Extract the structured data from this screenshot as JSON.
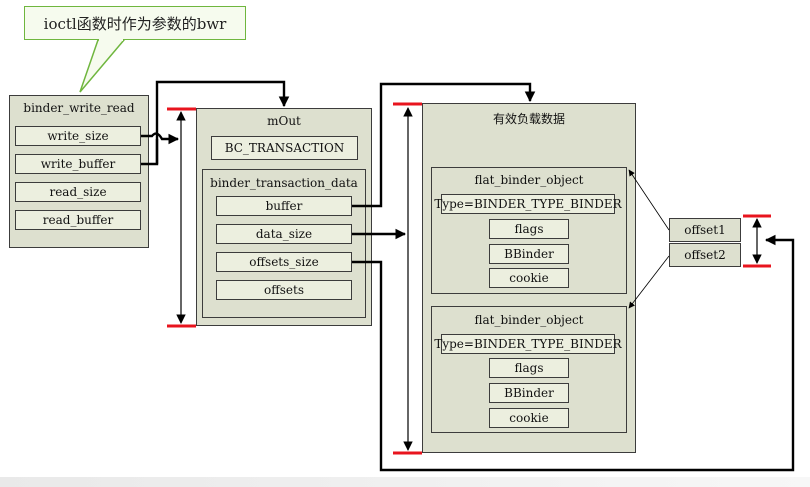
{
  "callout": {
    "text": "ioctl函数时作为参数的bwr"
  },
  "bwr": {
    "title": "binder_write_read",
    "fields": [
      "write_size",
      "write_buffer",
      "read_size",
      "read_buffer"
    ]
  },
  "mout": {
    "title": "mOut",
    "command": "BC_TRANSACTION",
    "tr_title": "binder_transaction_data",
    "tr_fields": [
      "buffer",
      "data_size",
      "offsets_size",
      "offsets"
    ]
  },
  "payload": {
    "title": "有效负载数据",
    "objects": [
      {
        "title": "flat_binder_object",
        "fields": [
          "Type=BINDER_TYPE_BINDER",
          "flags",
          "BBinder",
          "cookie"
        ]
      },
      {
        "title": "flat_binder_object",
        "fields": [
          "Type=BINDER_TYPE_BINDER",
          "flags",
          "BBinder",
          "cookie"
        ]
      }
    ]
  },
  "offsets": {
    "items": [
      "offset1",
      "offset2"
    ]
  },
  "colors": {
    "box_fill": "#dde0cf",
    "field_fill": "#ecefdf",
    "marker_red": "#e8141e",
    "callout_border": "#6fb63e"
  }
}
